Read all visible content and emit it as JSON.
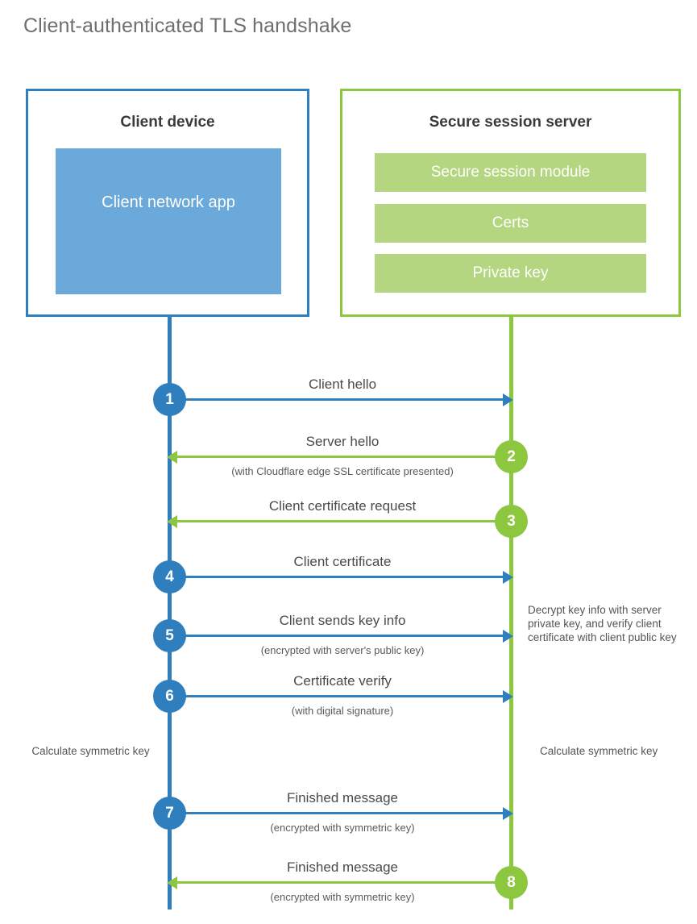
{
  "page_title": "Client-authenticated TLS handshake",
  "colors": {
    "client_blue": "#2f7fbf",
    "client_app_fill": "#6aa9d9",
    "server_green": "#8dc63f",
    "server_bar_fill": "#b5d680",
    "title_grey": "#6f6f6f",
    "text_grey": "#4a4a4a"
  },
  "client_panel": {
    "title": "Client device",
    "app_label": "Client network app"
  },
  "server_panel": {
    "title": "Secure session server",
    "bars": [
      "Secure session module",
      "Certs",
      "Private key"
    ]
  },
  "steps": [
    {
      "number": "1",
      "title": "Client hello",
      "subtitle": "",
      "direction": "client-to-server",
      "marker_side": "client"
    },
    {
      "number": "2",
      "title": "Server hello",
      "subtitle": "(with Cloudflare edge SSL certificate presented)",
      "direction": "server-to-client",
      "marker_side": "server"
    },
    {
      "number": "3",
      "title": "Client certificate request",
      "subtitle": "",
      "direction": "server-to-client",
      "marker_side": "server"
    },
    {
      "number": "4",
      "title": "Client certificate",
      "subtitle": "",
      "direction": "client-to-server",
      "marker_side": "client"
    },
    {
      "number": "5",
      "title": "Client sends key info",
      "subtitle": "(encrypted with server's public key)",
      "direction": "client-to-server",
      "marker_side": "client"
    },
    {
      "number": "6",
      "title": "Certificate verify",
      "subtitle": "(with digital signature)",
      "direction": "client-to-server",
      "marker_side": "client"
    },
    {
      "number": "7",
      "title": "Finished message",
      "subtitle": "(encrypted with symmetric key)",
      "direction": "client-to-server",
      "marker_side": "client"
    },
    {
      "number": "8",
      "title": "Finished message",
      "subtitle": "(encrypted with symmetric key)",
      "direction": "server-to-client",
      "marker_side": "server"
    }
  ],
  "notes": {
    "decrypt": "Decrypt key info with server private key, and verify client certificate with client public key",
    "calculate_symmetric_key_client": "Calculate symmetric key",
    "calculate_symmetric_key_server": "Calculate symmetric key"
  }
}
